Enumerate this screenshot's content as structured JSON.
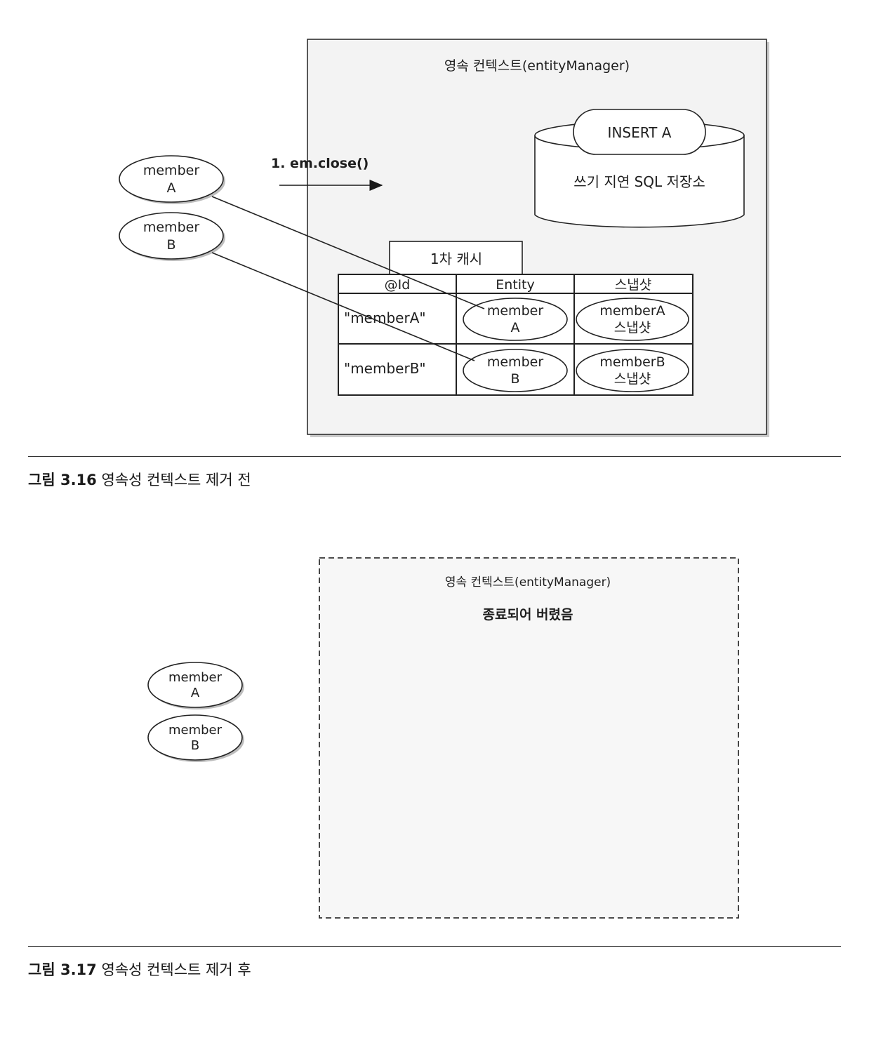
{
  "figure1": {
    "context_title": "영속 컨텍스트(entityManager)",
    "insert_label": "INSERT A",
    "store_label": "쓰기 지연 SQL 저장소",
    "action_label": "1. em.close()",
    "cache_label": "1차 캐시",
    "table": {
      "headers": [
        "@Id",
        "Entity",
        "스냅샷"
      ],
      "rows": [
        {
          "id": "\"memberA\"",
          "entity": [
            "member",
            "A"
          ],
          "snapshot": [
            "memberA",
            "스냅샷"
          ]
        },
        {
          "id": "\"memberB\"",
          "entity": [
            "member",
            "B"
          ],
          "snapshot": [
            "memberB",
            "스냅샷"
          ]
        }
      ]
    },
    "external_members": [
      [
        "member",
        "A"
      ],
      [
        "member",
        "B"
      ]
    ],
    "caption_number": "그림 3.16",
    "caption_text": "영속성 컨텍스트 제거 전"
  },
  "figure2": {
    "context_title": "영속 컨텍스트(entityManager)",
    "status_text": "종료되어 버렸음",
    "external_members": [
      [
        "member",
        "A"
      ],
      [
        "member",
        "B"
      ]
    ],
    "caption_number": "그림 3.17",
    "caption_text": "영속성 컨텍스트 제거 후"
  }
}
